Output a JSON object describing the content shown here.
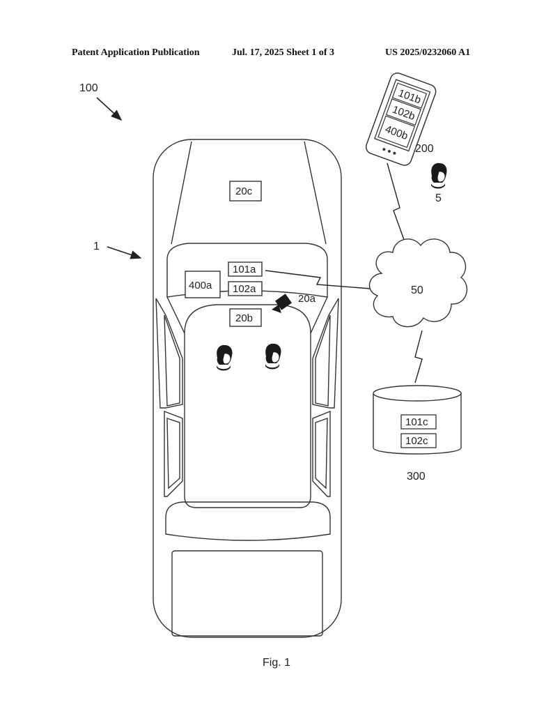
{
  "header": {
    "left": "Patent Application Publication",
    "middle": "Jul. 17, 2025   Sheet 1 of 3",
    "right": "US 2025/0232060 A1"
  },
  "labels": {
    "system": "100",
    "vehicle": "1",
    "rear_module": "20c",
    "unit_400a": "400a",
    "unit_101a": "101a",
    "unit_102a": "102a",
    "camera": "20a",
    "unit_20b": "20b",
    "phone_101b": "101b",
    "phone_102b": "102b",
    "phone_400b": "400b",
    "phone": "200",
    "user": "5",
    "cloud": "50",
    "db_101c": "101c",
    "db_102c": "102c",
    "server": "300"
  },
  "caption": "Fig. 1"
}
